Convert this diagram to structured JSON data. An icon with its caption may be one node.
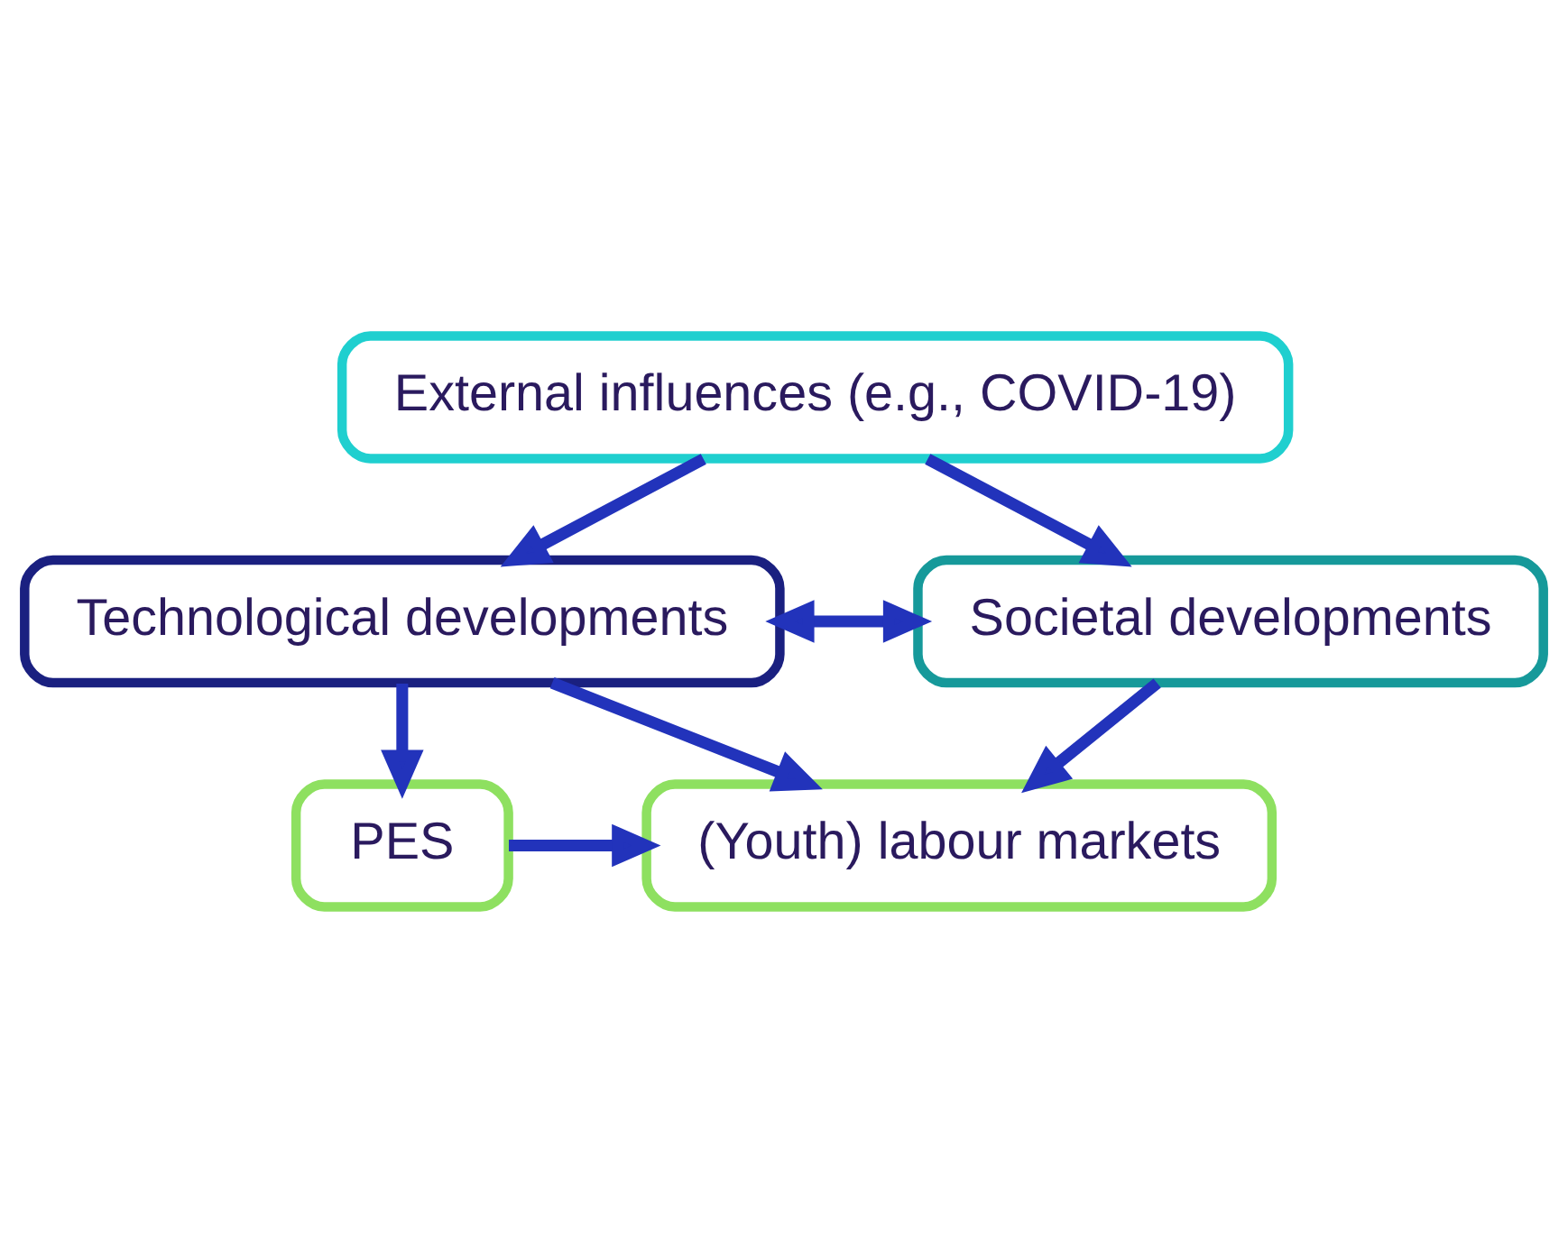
{
  "diagram": {
    "nodes": [
      {
        "text": [
          "External influences (e.g., COVID-19)"
        ]
      },
      {
        "text": [
          "Technological developments"
        ]
      },
      {
        "text": [
          "Societal developments"
        ]
      },
      {
        "text": [
          "PES"
        ]
      },
      {
        "text": [
          "(Youth) labour markets"
        ]
      }
    ],
    "edges": [
      {
        "from": 0,
        "to": 1,
        "arrow": "to"
      },
      {
        "from": 0,
        "to": 2,
        "arrow": "to"
      },
      {
        "from": 1,
        "to": 2,
        "arrow": "both"
      },
      {
        "from": 1,
        "to": 3,
        "arrow": "to"
      },
      {
        "from": 1,
        "to": 4,
        "arrow": "to"
      },
      {
        "from": 2,
        "to": 4,
        "arrow": "to"
      },
      {
        "from": 3,
        "to": 4,
        "arrow": "to"
      }
    ]
  }
}
